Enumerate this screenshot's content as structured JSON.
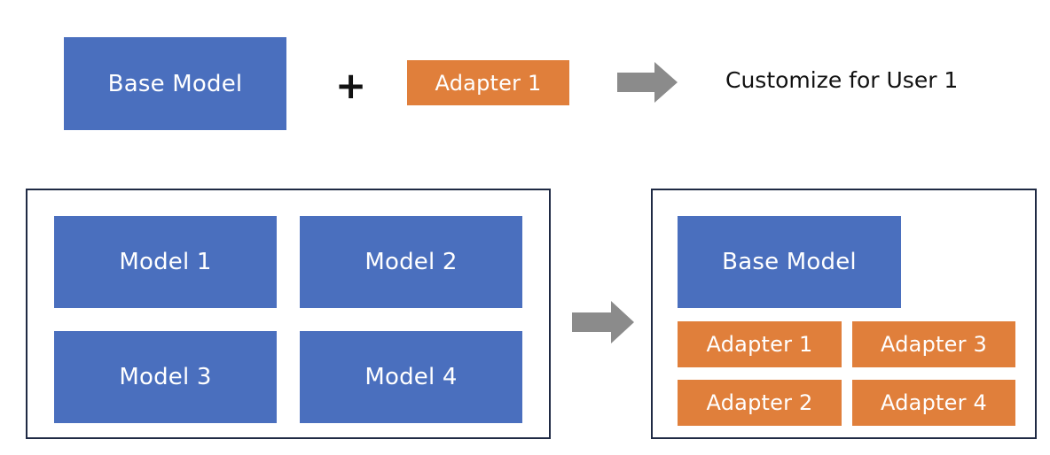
{
  "top_row": {
    "base_model_label": "Base Model",
    "plus_symbol": "+",
    "adapter_label": "Adapter 1",
    "result_label": "Customize for User 1"
  },
  "left_group": {
    "models": [
      "Model 1",
      "Model 2",
      "Model 3",
      "Model 4"
    ]
  },
  "right_group": {
    "base_model_label": "Base Model",
    "adapters": [
      "Adapter 1",
      "Adapter 2",
      "Adapter 3",
      "Adapter 4"
    ]
  },
  "colors": {
    "model_blue": "#4a6fbe",
    "adapter_orange": "#e07f3b",
    "arrow_gray": "#8b8b8b",
    "frame_navy": "#1f2a44"
  },
  "icons": {
    "arrow": "right-arrow-icon"
  }
}
